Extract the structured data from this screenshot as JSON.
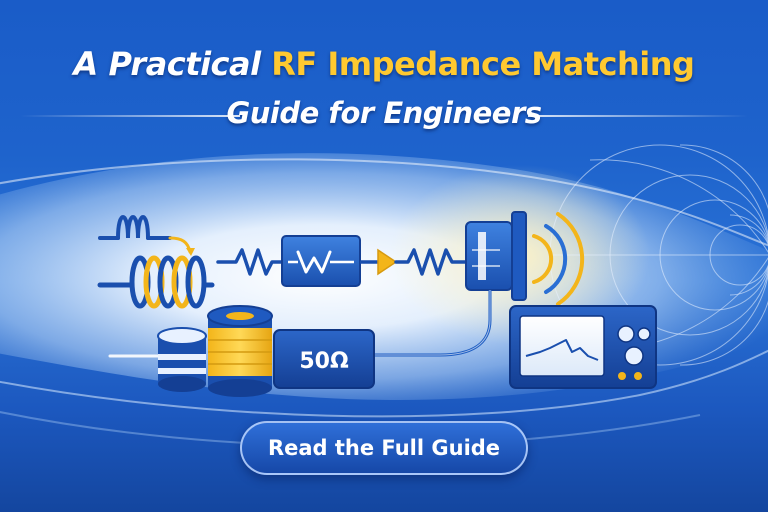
{
  "headline": {
    "line1_prefix": "A Practical",
    "line1_accent": "RF Impedance Matching",
    "line2": "Guide for Engineers"
  },
  "illustration": {
    "resistor_box_label": "W",
    "impedance_box_label": "50Ω"
  },
  "cta": {
    "label": "Read the Full Guide"
  },
  "colors": {
    "accent_yellow": "#ffc930",
    "deep_blue": "#1648a8",
    "background_blue": "#1e63cc"
  }
}
